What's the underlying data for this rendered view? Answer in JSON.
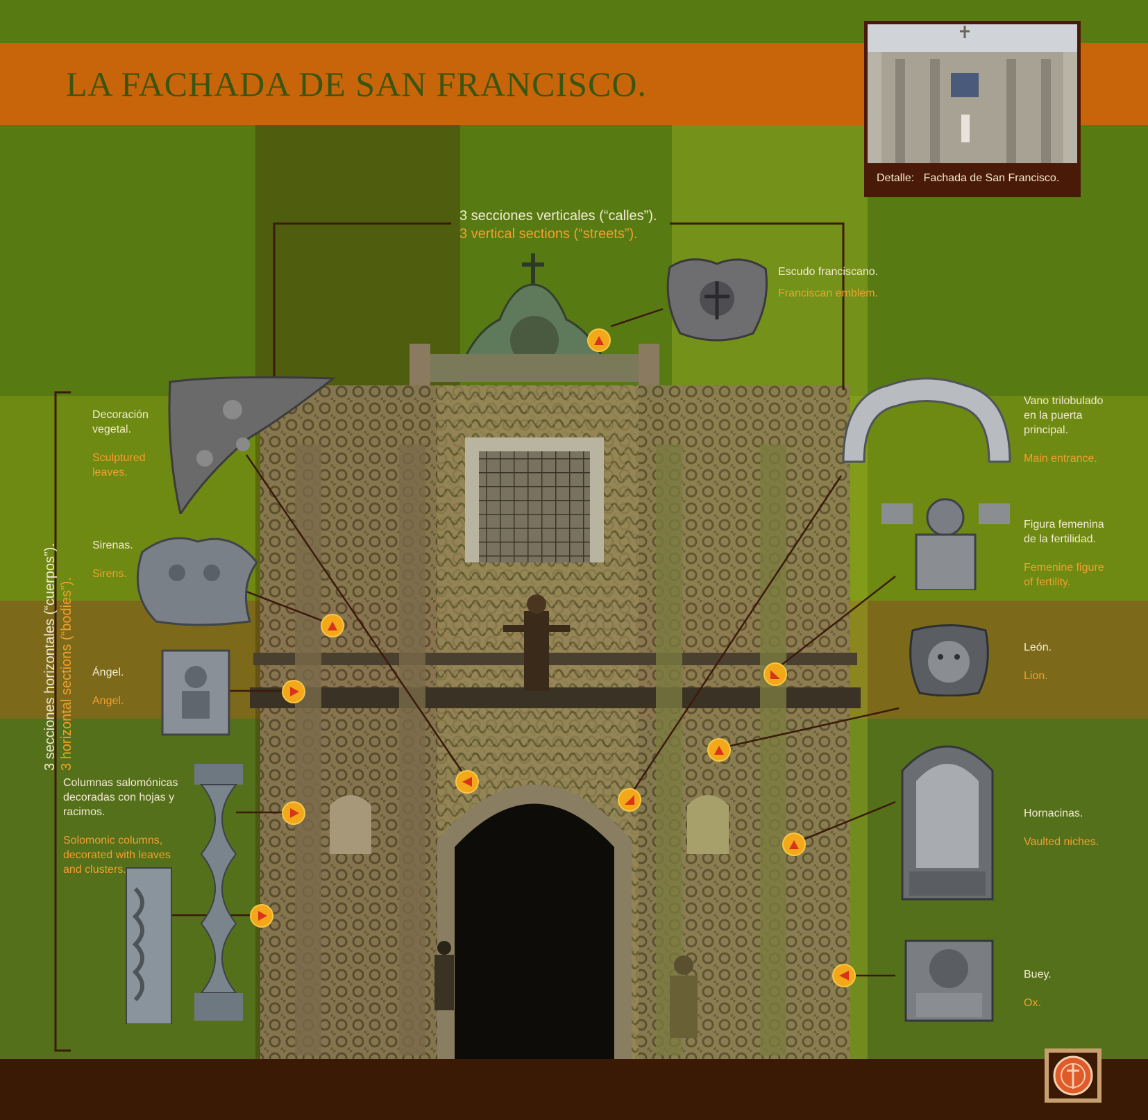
{
  "title": "LA FACHADA DE SAN FRANCISCO.",
  "detail": {
    "prefix": "Detalle:",
    "caption": "Fachada de San Francisco."
  },
  "vertical_sections": {
    "es": "3 secciones verticales (“calles”).",
    "en": "3 vertical sections (“streets”)."
  },
  "horizontal_sections": {
    "es": "3 secciones horizontales (“cuerpos”).",
    "en": "3 horizontal sections (“bodies”)."
  },
  "labels": [
    {
      "id": "escudo",
      "es": "Escudo franciscano.",
      "en": "Franciscan emblem."
    },
    {
      "id": "vegetal",
      "es": [
        "Decoración",
        "vegetal."
      ],
      "en": [
        "Sculptured",
        "leaves."
      ]
    },
    {
      "id": "sirenas",
      "es": "Sirenas.",
      "en": "Sirens."
    },
    {
      "id": "angel",
      "es": "Ángel.",
      "en": "Angel."
    },
    {
      "id": "columnas",
      "es": [
        "Columnas salomónicas",
        "decoradas con hojas y",
        "racimos."
      ],
      "en": [
        "Solomonic columns,",
        "decorated with leaves",
        "and clusters."
      ]
    },
    {
      "id": "vano",
      "es": [
        "Vano trilobulado",
        "en la puerta",
        "principal."
      ],
      "en": "Main entrance."
    },
    {
      "id": "figura",
      "es": [
        "Figura femenina",
        "de la fertilidad."
      ],
      "en": [
        "Femenine figure",
        "of fertility."
      ]
    },
    {
      "id": "leon",
      "es": "León.",
      "en": "Lion."
    },
    {
      "id": "hornacinas",
      "es": "Hornacinas.",
      "en": "Vaulted niches."
    },
    {
      "id": "buey",
      "es": "Buey.",
      "en": "Ox."
    }
  ],
  "colors": {
    "title_band": "#c8650a",
    "title_text": "#3a5510",
    "marker": "#f2a818",
    "en_text": "#f0a030",
    "es_text": "#f2ead0",
    "footer": "#3a1a05"
  },
  "icons": {
    "marker": "triangle-marker-icon",
    "seal": "university-seal-icon"
  }
}
